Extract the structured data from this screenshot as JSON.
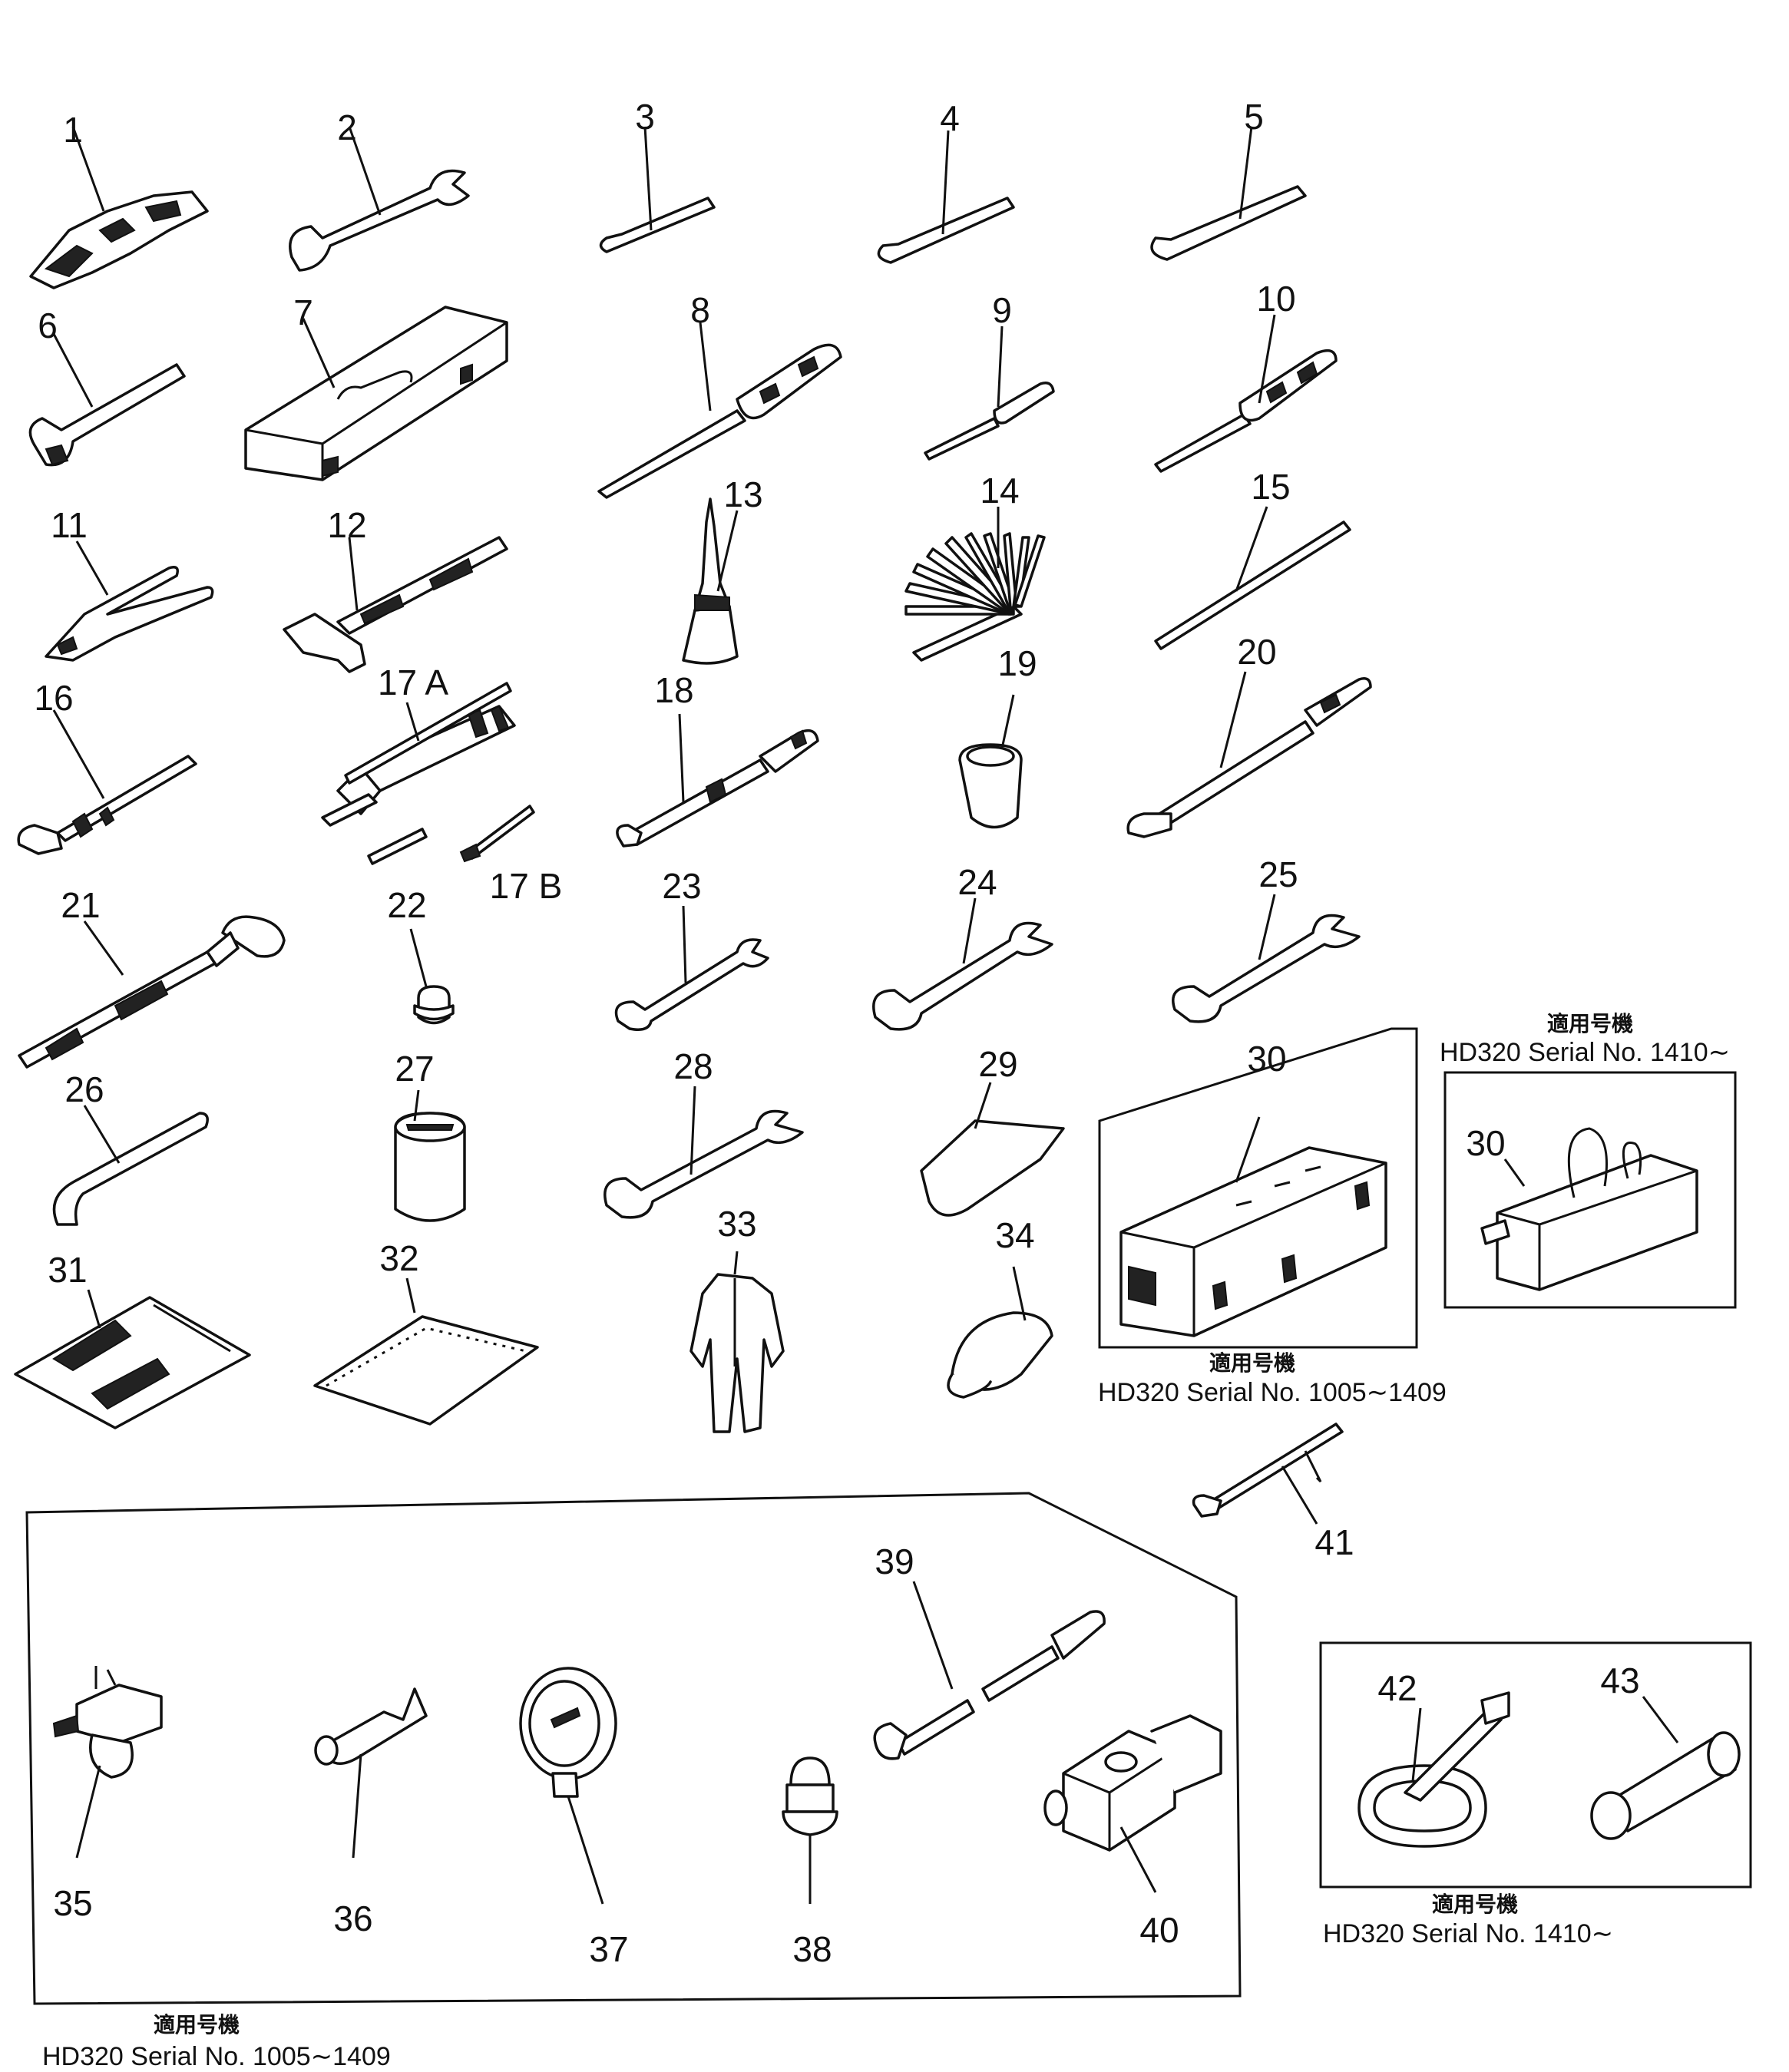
{
  "parts": {
    "p1": "1",
    "p2": "2",
    "p3": "3",
    "p4": "4",
    "p5": "5",
    "p6": "6",
    "p7": "7",
    "p8": "8",
    "p9": "9",
    "p10": "10",
    "p11": "11",
    "p12": "12",
    "p13": "13",
    "p14": "14",
    "p15": "15",
    "p16": "16",
    "p17a": "17 A",
    "p17b": "17 B",
    "p18": "18",
    "p19": "19",
    "p20": "20",
    "p21": "21",
    "p22": "22",
    "p23": "23",
    "p24": "24",
    "p25": "25",
    "p26": "26",
    "p27": "27",
    "p28": "28",
    "p29": "29",
    "p30a": "30",
    "p30b": "30",
    "p31": "31",
    "p32": "32",
    "p33": "33",
    "p34": "34",
    "p35": "35",
    "p36": "36",
    "p37": "37",
    "p38": "38",
    "p39": "39",
    "p40": "40",
    "p41": "41",
    "p42": "42",
    "p43": "43"
  },
  "captions": {
    "applicable_jp": "適用号機",
    "box30a": "HD320 Serial No. 1005∼1409",
    "box30b": "HD320 Serial No. 1410∼",
    "box42": "HD320 Serial No. 1410∼",
    "box35": "HD320 Serial No. 1005∼1409"
  }
}
